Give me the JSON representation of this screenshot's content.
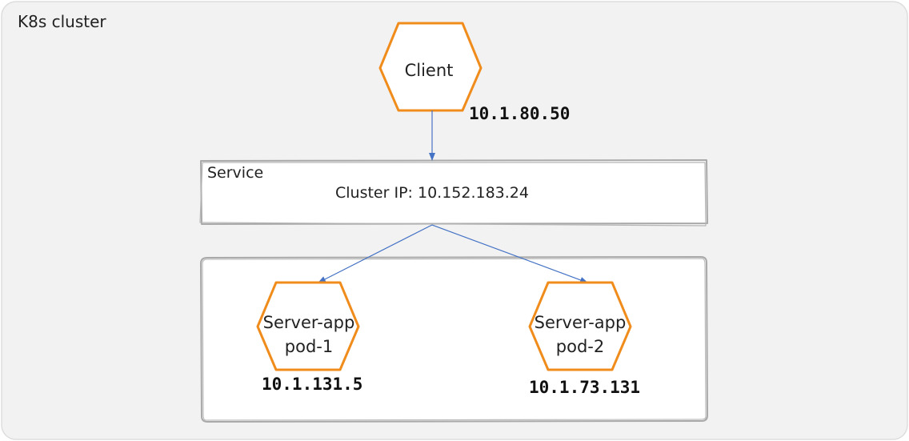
{
  "cluster": {
    "label": "K8s cluster"
  },
  "client": {
    "label": "Client",
    "ip": "10.1.80.50"
  },
  "service": {
    "label": "Service",
    "cluster_ip": "Cluster IP: 10.152.183.24"
  },
  "pods": [
    {
      "line1": "Server-app",
      "line2": "pod-1",
      "ip": "10.1.131.5"
    },
    {
      "line1": "Server-app",
      "line2": "pod-2",
      "ip": "10.1.73.131"
    }
  ],
  "colors": {
    "cluster_bg": "#f2f2f2",
    "cluster_border": "#dddddd",
    "box_border": "#a9a9a9",
    "hexagon_stroke": "#f08c1c",
    "arrow": "#4472c4"
  }
}
